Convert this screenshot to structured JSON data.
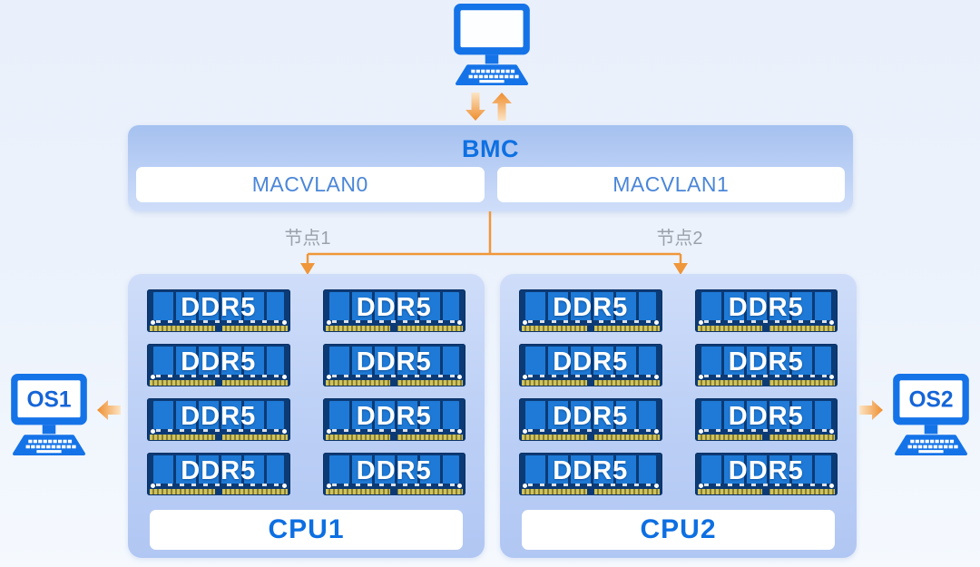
{
  "diagram": {
    "bmc": {
      "title": "BMC",
      "ports": [
        {
          "label": "MACVLAN0"
        },
        {
          "label": "MACVLAN1"
        }
      ]
    },
    "links": {
      "node1_label": "节点1",
      "node2_label": "节点2"
    },
    "nodes": [
      {
        "id": "node1",
        "cpu_label": "CPU1",
        "dimm_label": "DDR5",
        "dimm_count": 8
      },
      {
        "id": "node2",
        "cpu_label": "CPU2",
        "dimm_label": "DDR5",
        "dimm_count": 8
      }
    ],
    "clients": {
      "left": {
        "label": "OS1"
      },
      "right": {
        "label": "OS2"
      }
    },
    "colors": {
      "accent_blue": "#0d6fe2",
      "monitor_blue": "#1573e8",
      "port_text_blue": "#4b86d8",
      "arrow_orange": "#ee8d2d",
      "panel_fill_top": "#cfddf9",
      "panel_fill_bottom": "#b1c7f3",
      "bmc_fill_top": "#a5c1ef",
      "dimm_pcb_navy": "#0c3a75",
      "dimm_chip_blue": "#1e7ad6",
      "label_gray": "#9ba1aa"
    }
  }
}
